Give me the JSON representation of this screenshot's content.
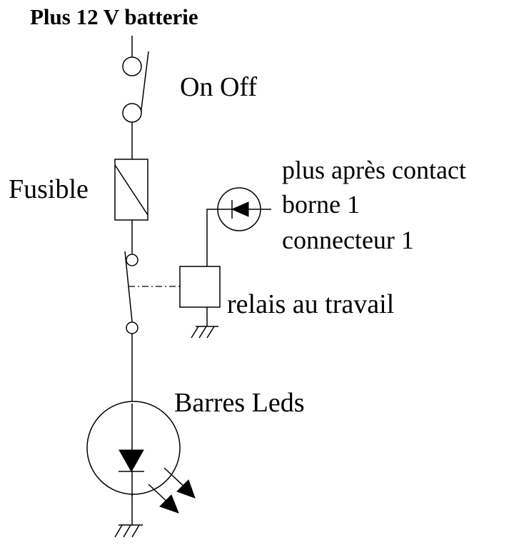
{
  "labels": {
    "battery": "Plus 12 V batterie",
    "switch": "On Off",
    "fuse": "Fusible",
    "contact_line1": "plus après contact",
    "contact_line2": "borne 1",
    "contact_line3": "connecteur 1",
    "relay": "relais au travail",
    "led": "Barres Leds"
  },
  "components": [
    {
      "name": "battery-plus-terminal",
      "icon": "terminal-circle-icon"
    },
    {
      "name": "on-off-switch",
      "icon": "switch-icon"
    },
    {
      "name": "fuse",
      "icon": "fuse-icon"
    },
    {
      "name": "relay-contact",
      "icon": "switch-icon"
    },
    {
      "name": "relay-coil",
      "icon": "coil-icon"
    },
    {
      "name": "ignition-connector",
      "icon": "diode-icon"
    },
    {
      "name": "led-bar",
      "icon": "led-icon"
    },
    {
      "name": "ground",
      "icon": "ground-icon"
    }
  ]
}
